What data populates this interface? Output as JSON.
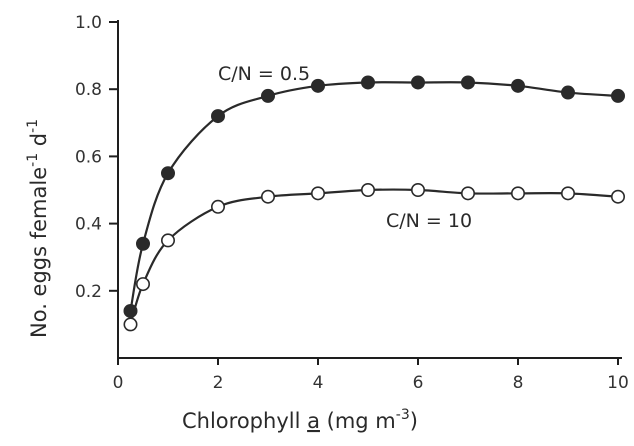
{
  "chart_data": {
    "type": "line",
    "title": "",
    "xlabel": "Chlorophyll a (mg m^-3)",
    "xlabel_parts": {
      "main": "Chlorophyll ",
      "underlined": "a",
      "unit": " (mg m",
      "exp": "-3",
      "close": ")"
    },
    "ylabel": "No. eggs female^-1 d^-1",
    "ylabel_parts": {
      "main": "No. eggs female",
      "exp1": "-1",
      "mid": " d",
      "exp2": "-1"
    },
    "xlim": [
      0,
      10
    ],
    "ylim": [
      0,
      1.0
    ],
    "x_ticks": [
      0,
      2,
      4,
      6,
      8,
      10
    ],
    "x_tick_labels": [
      "0",
      "2",
      "4",
      "6",
      "8",
      "10"
    ],
    "y_ticks": [
      0.2,
      0.4,
      0.6,
      0.8,
      1.0
    ],
    "y_tick_labels": [
      "0.2",
      "0.4",
      "0.6",
      "0.8",
      "1.0"
    ],
    "grid": false,
    "series": [
      {
        "name": "C/N = 0.5",
        "marker": "filled",
        "color": "#2a2a2a",
        "x": [
          0.25,
          0.5,
          1,
          2,
          3,
          4,
          5,
          6,
          7,
          8,
          9,
          10
        ],
        "y": [
          0.14,
          0.34,
          0.55,
          0.72,
          0.78,
          0.81,
          0.82,
          0.82,
          0.82,
          0.81,
          0.79,
          0.78
        ]
      },
      {
        "name": "C/N = 10",
        "marker": "open",
        "color": "#2a2a2a",
        "x": [
          0.25,
          0.5,
          1,
          2,
          3,
          4,
          5,
          6,
          7,
          8,
          9,
          10
        ],
        "y": [
          0.1,
          0.22,
          0.35,
          0.45,
          0.48,
          0.49,
          0.5,
          0.5,
          0.49,
          0.49,
          0.49,
          0.48
        ]
      }
    ],
    "annotations": [
      {
        "text": "C/N = 0.5",
        "series": 0
      },
      {
        "text": "C/N = 10",
        "series": 1
      }
    ]
  }
}
